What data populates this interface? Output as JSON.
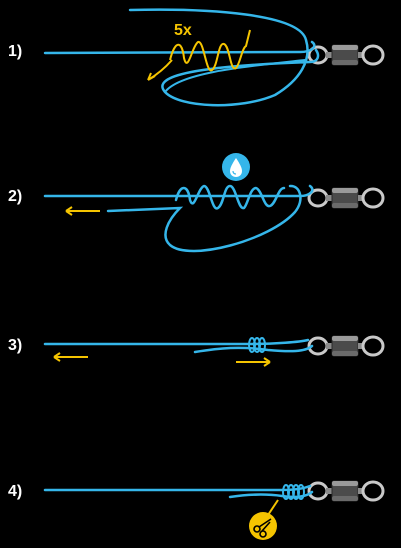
{
  "steps": [
    {
      "label": "1)",
      "annotation": "5x"
    },
    {
      "label": "2)"
    },
    {
      "label": "3)"
    },
    {
      "label": "4)"
    }
  ],
  "colors": {
    "line": "#35b6ea",
    "line_dark": "#0d6f9a",
    "accent": "#f5c400",
    "swivel_body": "#4b4b4b",
    "swivel_ring": "#c9c9c9",
    "background": "#000000"
  },
  "icons": [
    "water-drop-icon",
    "scissors-icon"
  ]
}
